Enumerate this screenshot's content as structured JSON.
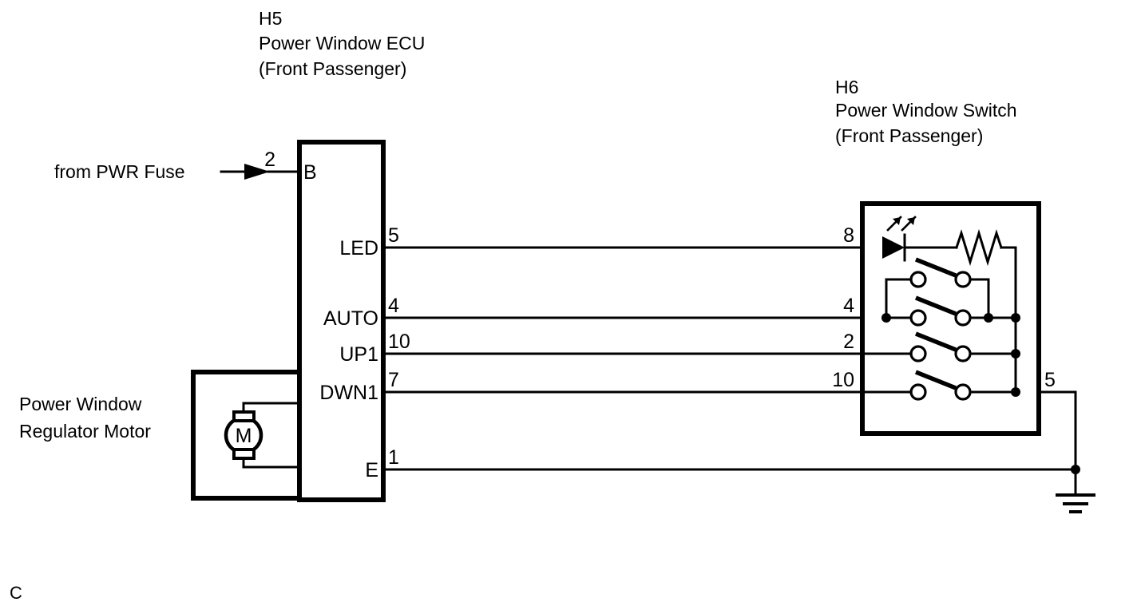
{
  "diagram": {
    "title_corner": "C",
    "ecu": {
      "ref": "H5",
      "name": "Power Window ECU",
      "qualifier": "(Front Passenger)",
      "terminals": [
        {
          "label": "B",
          "pin": "2",
          "side": "left"
        },
        {
          "label": "LED",
          "pin": "5",
          "side": "right"
        },
        {
          "label": "AUTO",
          "pin": "4",
          "side": "right"
        },
        {
          "label": "UP1",
          "pin": "10",
          "side": "right"
        },
        {
          "label": "DWN1",
          "pin": "7",
          "side": "right"
        },
        {
          "label": "E",
          "pin": "1",
          "side": "right"
        }
      ]
    },
    "switch": {
      "ref": "H6",
      "name": "Power Window Switch",
      "qualifier": "(Front Passenger)",
      "pins": [
        {
          "pin": "8",
          "role": "led-anode"
        },
        {
          "pin": "4",
          "role": "auto"
        },
        {
          "pin": "2",
          "role": "up"
        },
        {
          "pin": "10",
          "role": "down"
        },
        {
          "pin": "5",
          "role": "ground-common"
        }
      ],
      "components": [
        {
          "type": "led",
          "name": "indicator-led"
        },
        {
          "type": "resistor",
          "name": "led-series-resistor"
        },
        {
          "type": "switch-contact",
          "name": "auto-upper-contact"
        },
        {
          "type": "switch-contact",
          "name": "auto-contact"
        },
        {
          "type": "switch-contact",
          "name": "up-contact"
        },
        {
          "type": "switch-contact",
          "name": "down-contact"
        }
      ]
    },
    "motor": {
      "label_line1": "Power Window",
      "label_line2": "Regulator Motor",
      "symbol": "M"
    },
    "source": {
      "label": "from PWR Fuse"
    },
    "ground": {
      "symbol": "earth-ground"
    },
    "colors": {
      "line": "#000000",
      "background": "#ffffff",
      "fill": "#ffffff"
    }
  }
}
